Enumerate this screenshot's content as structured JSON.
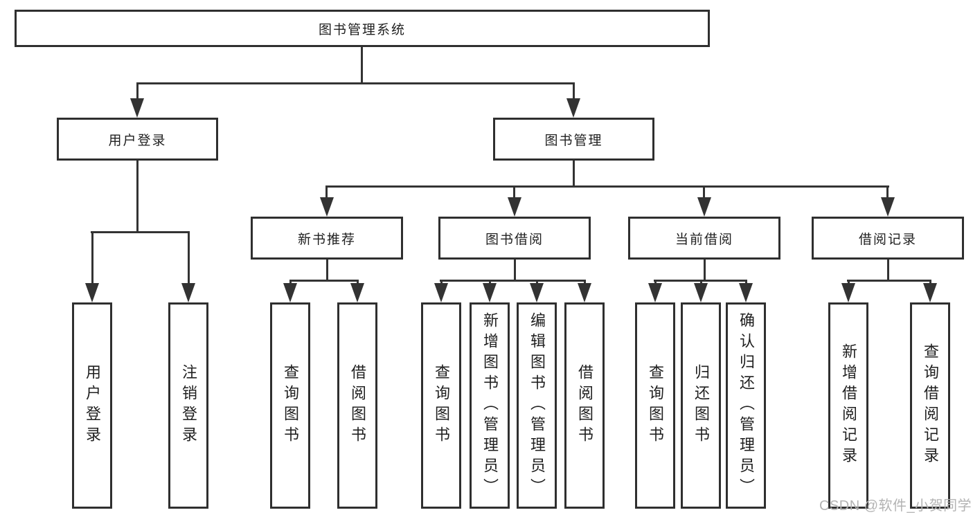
{
  "root": {
    "label": "图书管理系统"
  },
  "level2": {
    "user_login": {
      "label": "用户登录"
    },
    "book_management": {
      "label": "图书管理"
    }
  },
  "level3": {
    "new_book_recommend": {
      "label": "新书推荐"
    },
    "book_borrow": {
      "label": "图书借阅"
    },
    "current_borrow": {
      "label": "当前借阅"
    },
    "borrow_records": {
      "label": "借阅记录"
    }
  },
  "leaves": {
    "login": {
      "label": "用户登录"
    },
    "logout": {
      "label": "注销登录"
    },
    "rec_query_books": {
      "label": "查询图书"
    },
    "rec_borrow_books": {
      "label": "借阅图书"
    },
    "borrow_query_books": {
      "label": "查询图书"
    },
    "borrow_add_books": {
      "label": "新增图书（管理员）"
    },
    "borrow_edit_books": {
      "label": "编辑图书（管理员）"
    },
    "borrow_borrow_books": {
      "label": "借阅图书"
    },
    "current_query_books": {
      "label": "查询图书"
    },
    "current_return_books": {
      "label": "归还图书"
    },
    "current_confirm_return": {
      "label": "确认归还（管理员）"
    },
    "records_add_record": {
      "label": "新增借阅记录"
    },
    "records_query_record": {
      "label": "查询借阅记录"
    }
  },
  "watermark": {
    "text": "CSDN @软件_小贺同学"
  },
  "colors": {
    "border": "#2f2f2f",
    "text": "#1f1f1f",
    "line": "#333333",
    "watermark": "#b3b3b3",
    "background": "#ffffff"
  }
}
